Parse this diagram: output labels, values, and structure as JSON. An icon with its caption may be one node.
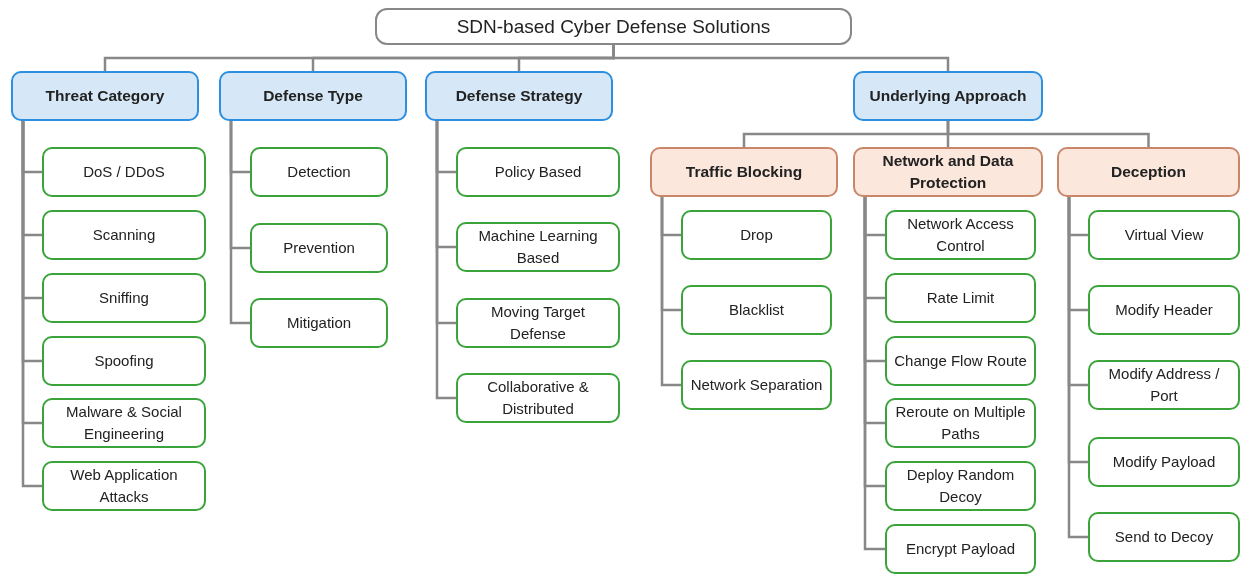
{
  "diagram": {
    "nodes": [
      {
        "text": [
          "SDN-based Cyber Defense Solutions"
        ]
      },
      {
        "text": [
          "Threat  Category"
        ]
      },
      {
        "text": [
          "Defense Type"
        ]
      },
      {
        "text": [
          "Defense Strategy"
        ]
      },
      {
        "text": [
          "Underlying Approach"
        ]
      },
      {
        "text": [
          "DoS / DDoS"
        ]
      },
      {
        "text": [
          "Scanning"
        ]
      },
      {
        "text": [
          "Sniffing"
        ]
      },
      {
        "text": [
          "Spoofing"
        ]
      },
      {
        "text": [
          "Malware & Social Engineering"
        ]
      },
      {
        "text": [
          "Web Application Attacks"
        ]
      },
      {
        "text": [
          "Detection"
        ]
      },
      {
        "text": [
          "Prevention"
        ]
      },
      {
        "text": [
          "Mitigation"
        ]
      },
      {
        "text": [
          "Policy Based"
        ]
      },
      {
        "text": [
          "Machine Learning Based"
        ]
      },
      {
        "text": [
          "Moving Target Defense"
        ]
      },
      {
        "text": [
          "Collaborative & Distributed"
        ]
      },
      {
        "text": [
          "Traffic Blocking"
        ]
      },
      {
        "text": [
          "Network and Data Protection"
        ]
      },
      {
        "text": [
          "Deception"
        ]
      },
      {
        "text": [
          "Drop"
        ]
      },
      {
        "text": [
          "Blacklist"
        ]
      },
      {
        "text": [
          "Network Separation"
        ]
      },
      {
        "text": [
          "Network Access Control"
        ]
      },
      {
        "text": [
          "Rate Limit"
        ]
      },
      {
        "text": [
          "Change Flow Route"
        ]
      },
      {
        "text": [
          "Reroute on Multiple Paths"
        ]
      },
      {
        "text": [
          "Deploy Random Decoy"
        ]
      },
      {
        "text": [
          "Encrypt Payload"
        ]
      },
      {
        "text": [
          "Virtual View"
        ]
      },
      {
        "text": [
          "Modify Header"
        ]
      },
      {
        "text": [
          "Modify Address / Port"
        ]
      },
      {
        "text": [
          "Modify Payload"
        ]
      },
      {
        "text": [
          "Send to Decoy"
        ]
      }
    ],
    "edges": [
      {
        "from": 0,
        "to": 1,
        "arrow": "none"
      },
      {
        "from": 0,
        "to": 2,
        "arrow": "none"
      },
      {
        "from": 0,
        "to": 3,
        "arrow": "none"
      },
      {
        "from": 0,
        "to": 4,
        "arrow": "none"
      },
      {
        "from": 1,
        "to": 5,
        "arrow": "none"
      },
      {
        "from": 1,
        "to": 6,
        "arrow": "none"
      },
      {
        "from": 1,
        "to": 7,
        "arrow": "none"
      },
      {
        "from": 1,
        "to": 8,
        "arrow": "none"
      },
      {
        "from": 1,
        "to": 9,
        "arrow": "none"
      },
      {
        "from": 1,
        "to": 10,
        "arrow": "none"
      },
      {
        "from": 2,
        "to": 11,
        "arrow": "none"
      },
      {
        "from": 2,
        "to": 12,
        "arrow": "none"
      },
      {
        "from": 2,
        "to": 13,
        "arrow": "none"
      },
      {
        "from": 3,
        "to": 14,
        "arrow": "none"
      },
      {
        "from": 3,
        "to": 15,
        "arrow": "none"
      },
      {
        "from": 3,
        "to": 16,
        "arrow": "none"
      },
      {
        "from": 3,
        "to": 17,
        "arrow": "none"
      },
      {
        "from": 4,
        "to": 18,
        "arrow": "none"
      },
      {
        "from": 4,
        "to": 19,
        "arrow": "none"
      },
      {
        "from": 4,
        "to": 20,
        "arrow": "none"
      },
      {
        "from": 18,
        "to": 21,
        "arrow": "none"
      },
      {
        "from": 18,
        "to": 22,
        "arrow": "none"
      },
      {
        "from": 18,
        "to": 23,
        "arrow": "none"
      },
      {
        "from": 19,
        "to": 24,
        "arrow": "none"
      },
      {
        "from": 19,
        "to": 25,
        "arrow": "none"
      },
      {
        "from": 19,
        "to": 26,
        "arrow": "none"
      },
      {
        "from": 19,
        "to": 27,
        "arrow": "none"
      },
      {
        "from": 19,
        "to": 28,
        "arrow": "none"
      },
      {
        "from": 19,
        "to": 29,
        "arrow": "none"
      },
      {
        "from": 20,
        "to": 30,
        "arrow": "none"
      },
      {
        "from": 20,
        "to": 31,
        "arrow": "none"
      },
      {
        "from": 20,
        "to": 32,
        "arrow": "none"
      },
      {
        "from": 20,
        "to": 33,
        "arrow": "none"
      },
      {
        "from": 20,
        "to": 34,
        "arrow": "none"
      }
    ]
  }
}
